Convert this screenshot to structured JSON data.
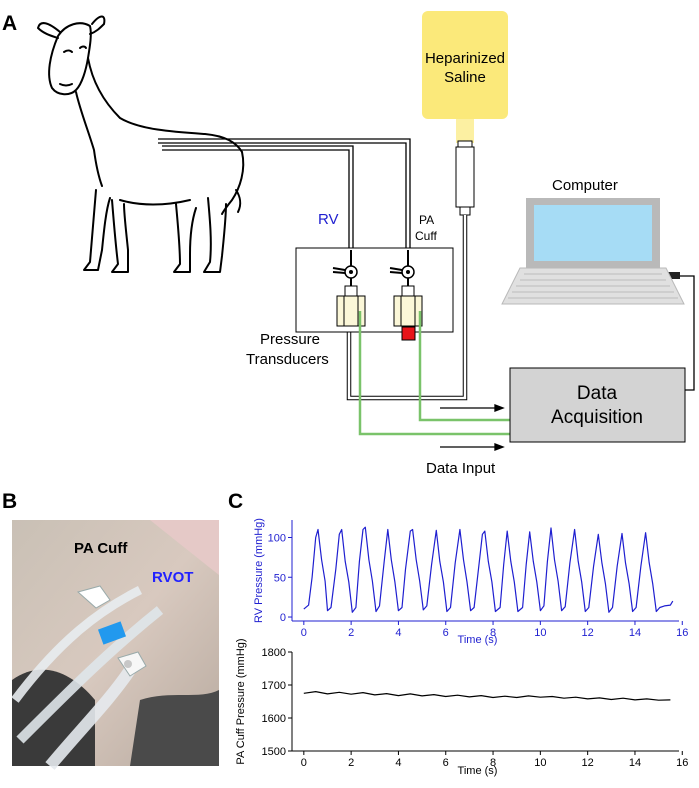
{
  "panels": {
    "a": "A",
    "b": "B",
    "c": "C"
  },
  "diagram": {
    "saline_line1": "Heparinized",
    "saline_line2": "Saline",
    "computer": "Computer",
    "rv": "RV",
    "pa_cuff_line1": "PA",
    "pa_cuff_line2": "Cuff",
    "transducers_line1": "Pressure",
    "transducers_line2": "Transducers",
    "daq_line1": "Data",
    "daq_line2": "Acquisition",
    "data_input": "Data Input"
  },
  "photo": {
    "pa_cuff": "PA Cuff",
    "rvot": "RVOT"
  },
  "colors": {
    "saline_bag": "#fbe97a",
    "rv_blue": "#1f1fd0",
    "tube_green": "#7ac36a",
    "daq_fill": "#d3d3d3",
    "screen": "#a6dcf5",
    "valve_red": "#e8141a",
    "transducer_fill": "#fbf7d8"
  },
  "chart_data": [
    {
      "type": "line",
      "ylabel": "RV Pressure (mmHg)",
      "xlabel": "Time (s)",
      "xlim": [
        -0.5,
        16.2
      ],
      "ylim": [
        -5,
        122
      ],
      "xticks": [
        0,
        2,
        4,
        6,
        8,
        10,
        12,
        14,
        16
      ],
      "yticks": [
        0,
        50,
        100
      ],
      "color": "#1f1fd0",
      "series": [
        {
          "values": [
            [
              0.0,
              10
            ],
            [
              0.2,
              15
            ],
            [
              0.35,
              50
            ],
            [
              0.5,
              100
            ],
            [
              0.6,
              110
            ],
            [
              0.75,
              72
            ],
            [
              0.9,
              45
            ],
            [
              1.0,
              8
            ],
            [
              1.15,
              12
            ],
            [
              1.35,
              60
            ],
            [
              1.5,
              104
            ],
            [
              1.6,
              110
            ],
            [
              1.75,
              70
            ],
            [
              1.9,
              44
            ],
            [
              2.05,
              6
            ],
            [
              2.2,
              12
            ],
            [
              2.35,
              70
            ],
            [
              2.5,
              110
            ],
            [
              2.6,
              113
            ],
            [
              2.75,
              72
            ],
            [
              2.9,
              45
            ],
            [
              3.05,
              7
            ],
            [
              3.2,
              14
            ],
            [
              3.4,
              70
            ],
            [
              3.55,
              110
            ],
            [
              3.7,
              72
            ],
            [
              3.85,
              44
            ],
            [
              4.0,
              8
            ],
            [
              4.15,
              12
            ],
            [
              4.3,
              60
            ],
            [
              4.5,
              108
            ],
            [
              4.6,
              110
            ],
            [
              4.75,
              72
            ],
            [
              4.9,
              45
            ],
            [
              5.05,
              9
            ],
            [
              5.2,
              14
            ],
            [
              5.4,
              66
            ],
            [
              5.6,
              109
            ],
            [
              5.75,
              70
            ],
            [
              5.9,
              44
            ],
            [
              6.05,
              7
            ],
            [
              6.2,
              12
            ],
            [
              6.4,
              68
            ],
            [
              6.6,
              110
            ],
            [
              6.75,
              72
            ],
            [
              6.9,
              44
            ],
            [
              7.05,
              8
            ],
            [
              7.2,
              12
            ],
            [
              7.4,
              65
            ],
            [
              7.55,
              104
            ],
            [
              7.65,
              108
            ],
            [
              7.8,
              70
            ],
            [
              7.95,
              44
            ],
            [
              8.1,
              7
            ],
            [
              8.3,
              12
            ],
            [
              8.45,
              66
            ],
            [
              8.6,
              108
            ],
            [
              8.75,
              70
            ],
            [
              8.9,
              44
            ],
            [
              9.05,
              7
            ],
            [
              9.25,
              12
            ],
            [
              9.4,
              66
            ],
            [
              9.55,
              107
            ],
            [
              9.7,
              70
            ],
            [
              9.85,
              44
            ],
            [
              10.0,
              8
            ],
            [
              10.15,
              14
            ],
            [
              10.3,
              70
            ],
            [
              10.45,
              112
            ],
            [
              10.6,
              72
            ],
            [
              10.75,
              45
            ],
            [
              10.9,
              8
            ],
            [
              11.05,
              13
            ],
            [
              11.25,
              68
            ],
            [
              11.45,
              110
            ],
            [
              11.6,
              70
            ],
            [
              11.75,
              44
            ],
            [
              11.9,
              7
            ],
            [
              12.05,
              12
            ],
            [
              12.25,
              64
            ],
            [
              12.45,
              104
            ],
            [
              12.6,
              68
            ],
            [
              12.75,
              42
            ],
            [
              12.9,
              6
            ],
            [
              13.05,
              12
            ],
            [
              13.25,
              64
            ],
            [
              13.45,
              105
            ],
            [
              13.6,
              68
            ],
            [
              13.75,
              42
            ],
            [
              13.9,
              7
            ],
            [
              14.05,
              12
            ],
            [
              14.25,
              64
            ],
            [
              14.45,
              106
            ],
            [
              14.6,
              68
            ],
            [
              14.75,
              42
            ],
            [
              14.9,
              7
            ],
            [
              15.05,
              12
            ],
            [
              15.25,
              14
            ],
            [
              15.5,
              15
            ],
            [
              15.6,
              20
            ]
          ]
        }
      ]
    },
    {
      "type": "line",
      "ylabel": "PA Cuff Pressure (mmHg)",
      "xlabel": "Time (s)",
      "xlim": [
        -0.5,
        16.2
      ],
      "ylim": [
        1500,
        1800
      ],
      "xticks": [
        0,
        2,
        4,
        6,
        8,
        10,
        12,
        14,
        16
      ],
      "yticks": [
        1500,
        1600,
        1700,
        1800
      ],
      "color": "#000000",
      "series": [
        {
          "values": [
            [
              0.0,
              1675
            ],
            [
              0.5,
              1680
            ],
            [
              1.0,
              1673
            ],
            [
              1.5,
              1678
            ],
            [
              2.0,
              1672
            ],
            [
              2.5,
              1677
            ],
            [
              3.0,
              1670
            ],
            [
              3.5,
              1674
            ],
            [
              4.0,
              1668
            ],
            [
              4.5,
              1673
            ],
            [
              5.0,
              1667
            ],
            [
              5.5,
              1671
            ],
            [
              6.0,
              1665
            ],
            [
              6.5,
              1669
            ],
            [
              7.0,
              1664
            ],
            [
              7.5,
              1668
            ],
            [
              8.0,
              1662
            ],
            [
              8.5,
              1666
            ],
            [
              9.0,
              1662
            ],
            [
              9.5,
              1667
            ],
            [
              10.0,
              1663
            ],
            [
              10.5,
              1665
            ],
            [
              11.0,
              1660
            ],
            [
              11.5,
              1663
            ],
            [
              12.0,
              1658
            ],
            [
              12.5,
              1661
            ],
            [
              13.0,
              1656
            ],
            [
              13.5,
              1660
            ],
            [
              14.0,
              1655
            ],
            [
              14.5,
              1658
            ],
            [
              15.0,
              1654
            ],
            [
              15.5,
              1655
            ]
          ]
        }
      ]
    }
  ]
}
